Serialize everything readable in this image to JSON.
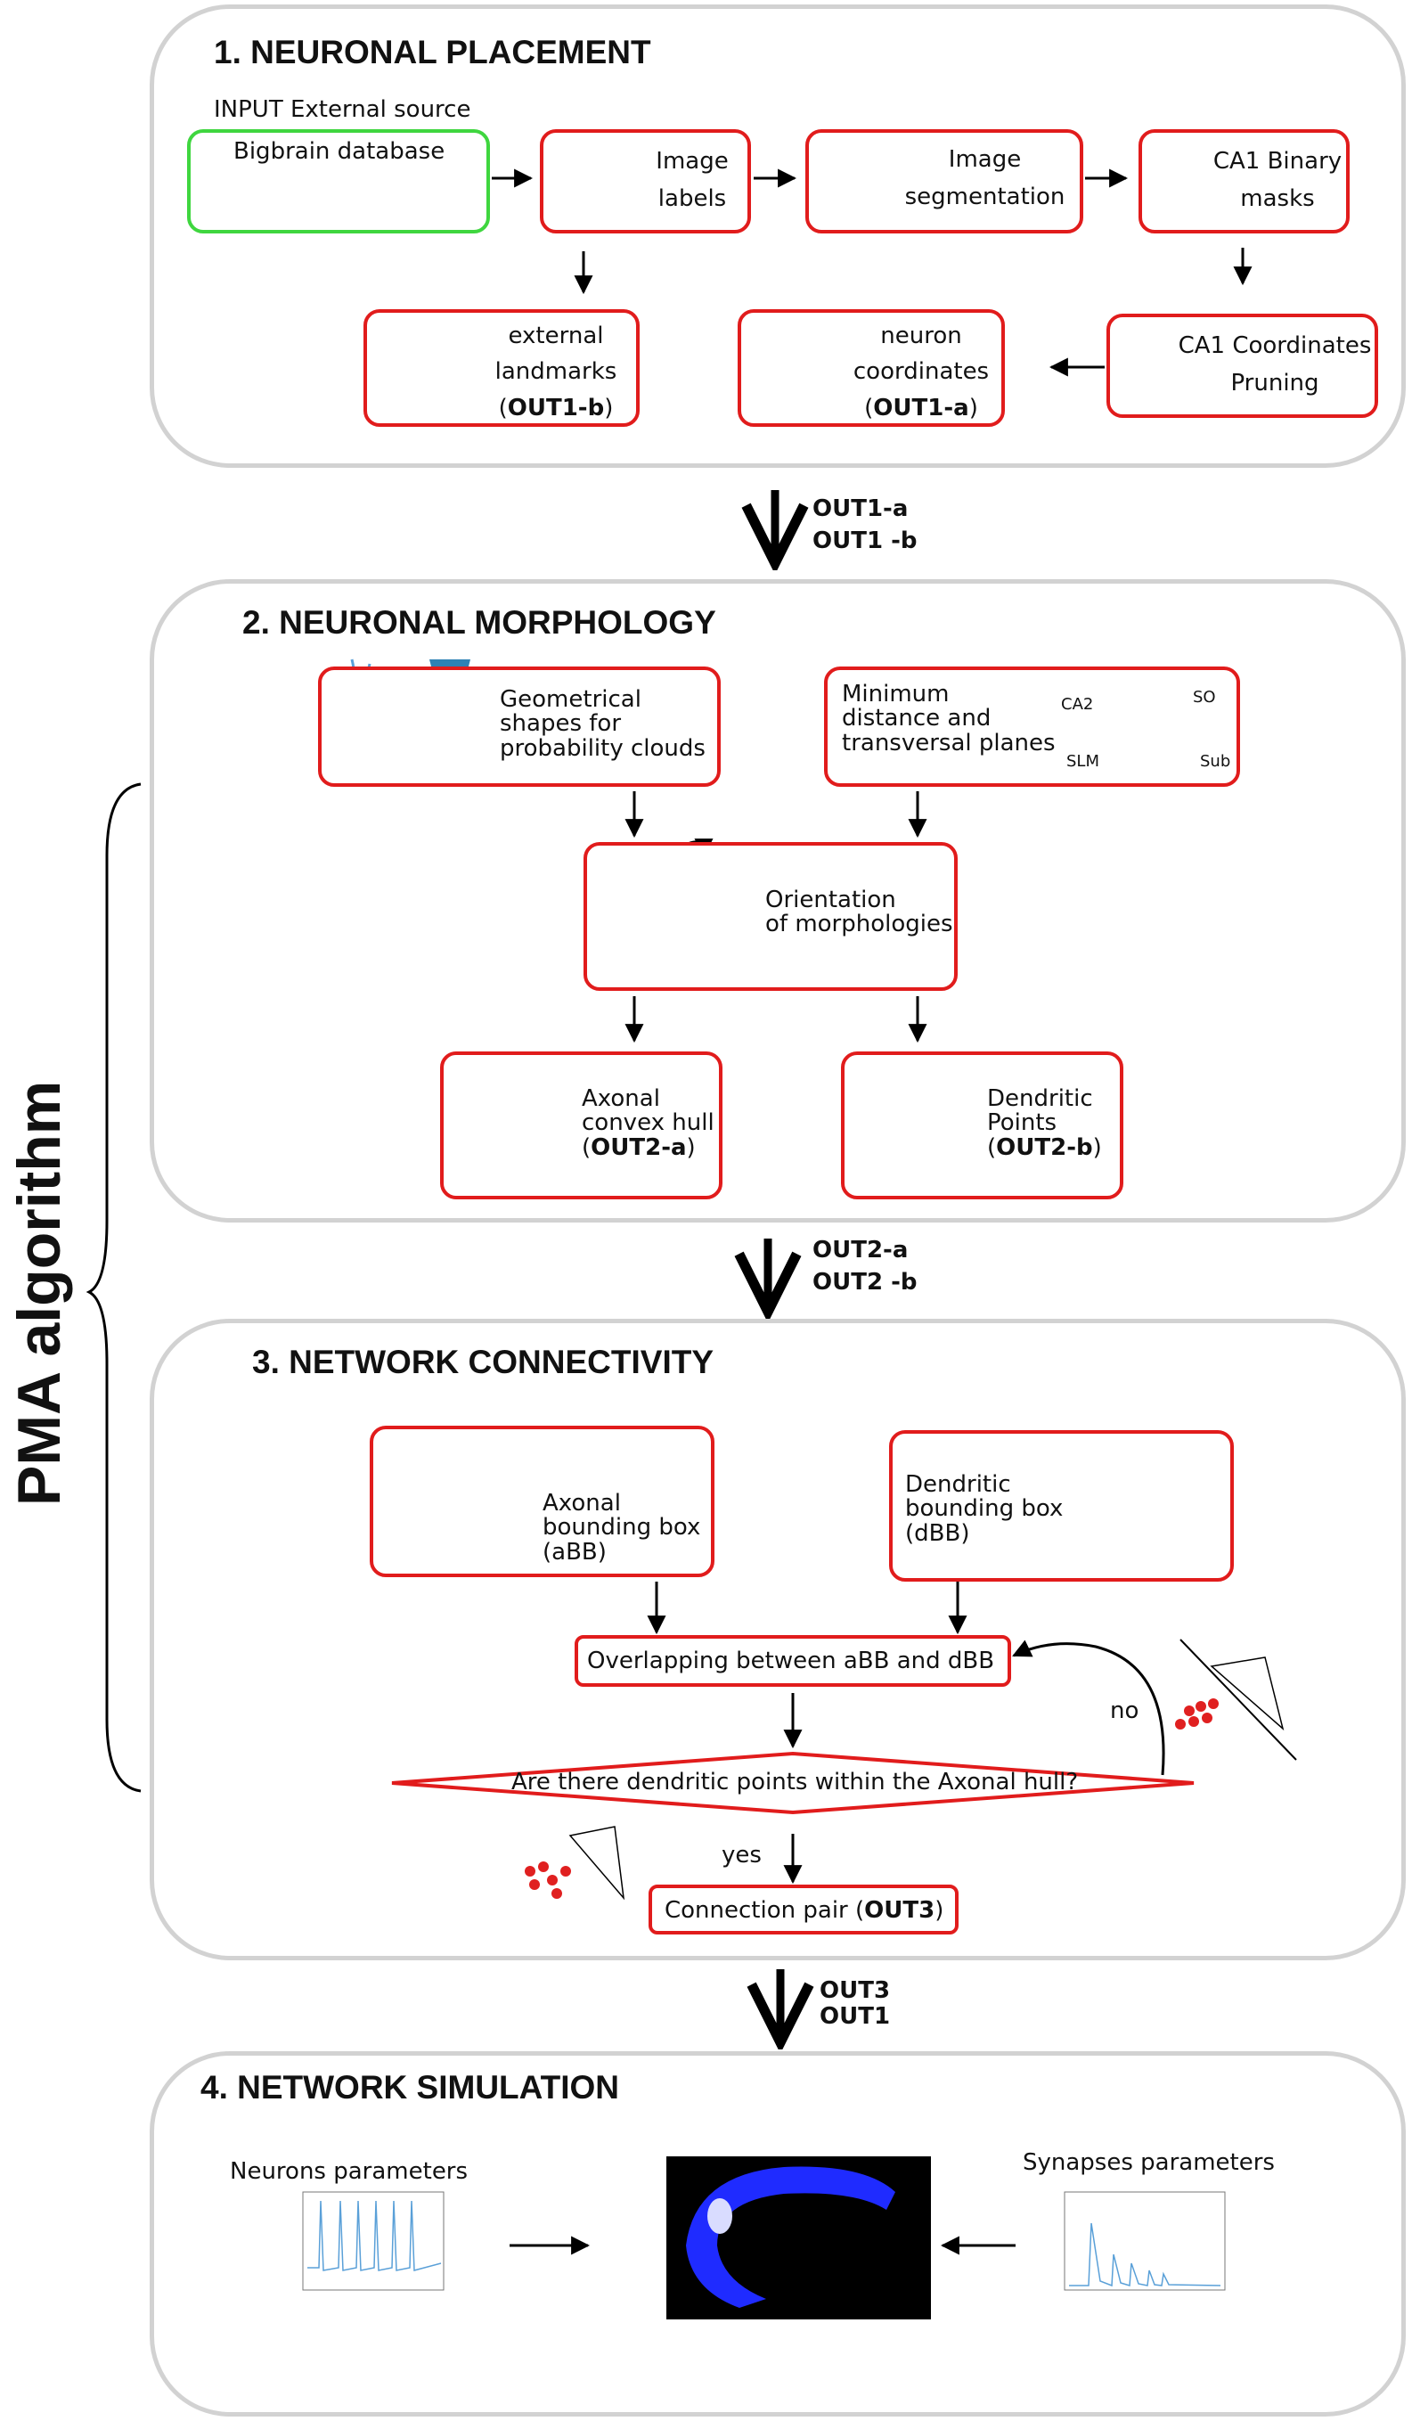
{
  "side_label": "PMA algorithm",
  "section1": {
    "title": "1. NEURONAL PLACEMENT",
    "input_label": "INPUT External source",
    "bigbrain": "Bigbrain database",
    "image_labels": [
      "Image",
      "labels"
    ],
    "image_segmentation": [
      "Image",
      "segmentation"
    ],
    "ca1_binary": [
      "CA1 Binary",
      "masks"
    ],
    "ca1_coords": [
      "CA1 Coordinates",
      "Pruning"
    ],
    "neuron_coords": [
      "neuron",
      "coordinates",
      "(",
      "OUT1-a",
      ")"
    ],
    "external_landmarks": [
      "external",
      "landmarks",
      "(",
      "OUT1-b",
      ")"
    ]
  },
  "transition1": [
    "OUT1-a",
    "OUT1 -b"
  ],
  "section2": {
    "title": "2. NEURONAL MORPHOLOGY",
    "geom_shapes": [
      "Geometrical",
      "shapes for",
      "probability clouds"
    ],
    "min_distance": [
      "Minimum",
      "distance and",
      "transversal planes"
    ],
    "axes": {
      "ca2": "CA2",
      "so": "SO",
      "slm": "SLM",
      "sub": "Sub"
    },
    "orientation": [
      "Orientation",
      "of morphologies"
    ],
    "axonal_hull": [
      "Axonal",
      "convex hull",
      "(",
      "OUT2-a",
      ")"
    ],
    "dendritic_points": [
      "Dendritic",
      "Points",
      "(",
      "OUT2-b",
      ")"
    ]
  },
  "transition2": [
    "OUT2-a",
    "OUT2 -b"
  ],
  "section3": {
    "title": "3. NETWORK CONNECTIVITY",
    "axonal_bb": [
      "Axonal",
      "bounding box",
      "(aBB)"
    ],
    "dendritic_bb": [
      "Dendritic",
      "bounding box",
      "(dBB)"
    ],
    "overlap": "Overlapping between aBB and dBB",
    "question": "Are there dendritic points within the Axonal hull?",
    "no": "no",
    "yes": "yes",
    "connection": [
      "Connection pair (",
      "OUT3",
      ")"
    ]
  },
  "transition3": [
    "OUT3",
    "OUT1"
  ],
  "section4": {
    "title": "4. NETWORK SIMULATION",
    "neurons_params": "Neurons parameters",
    "synapses_params": "Synapses parameters"
  },
  "colors": {
    "red_box": "#e11c1c",
    "green_box": "#3fd63f",
    "panel_border": "#d2d2d2",
    "sim_blue": "#1f2bff"
  }
}
